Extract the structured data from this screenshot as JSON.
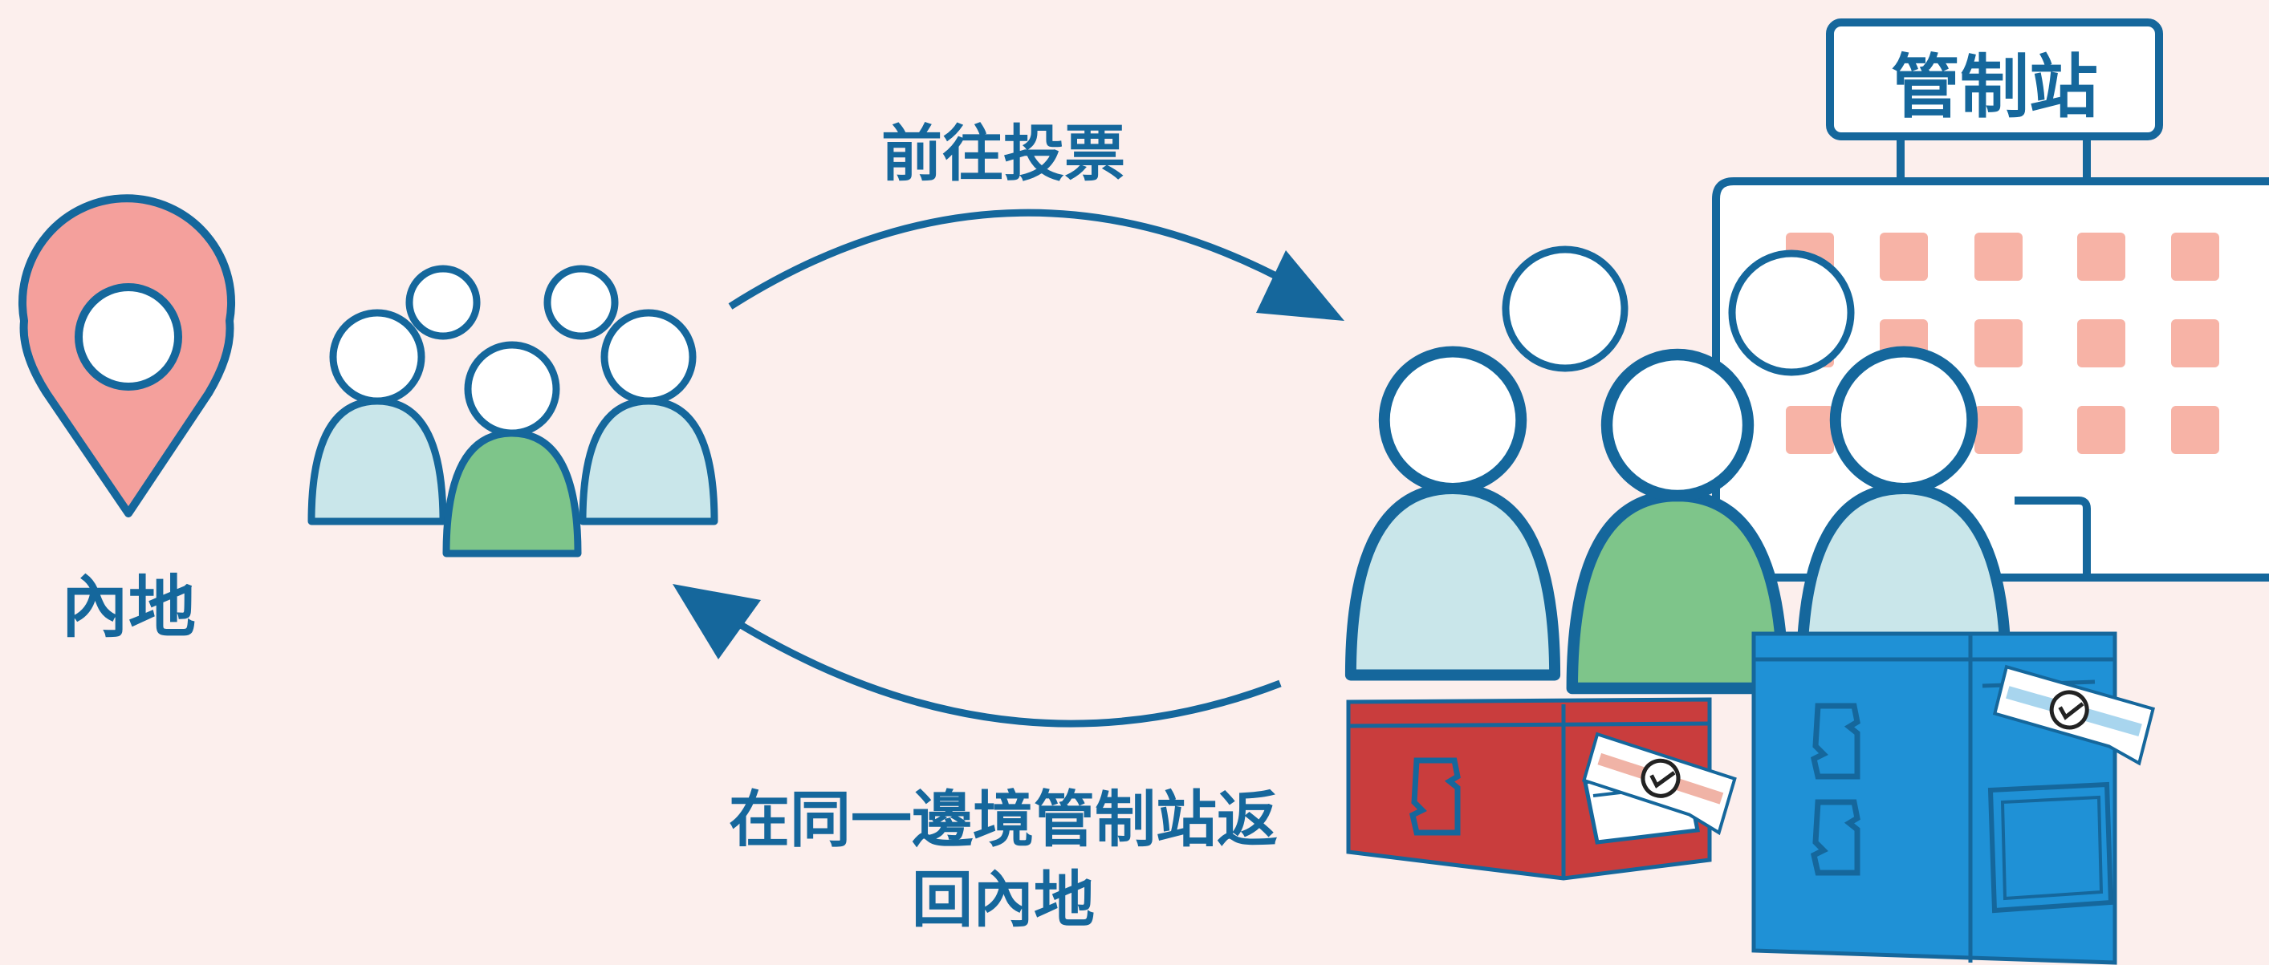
{
  "labels": {
    "origin": "內地",
    "go_vote": "前往投票",
    "return_line1": "在同一邊境管制站返",
    "return_line2": "回內地",
    "checkpoint_sign": "管制站"
  },
  "icons": {
    "origin": "location-pin-icon",
    "small_group": "people-group-icon",
    "large_group": "people-group-icon",
    "building": "checkpoint-building-icon",
    "ballot_box_red": "ballot-box-icon",
    "ballot_box_blue": "ballot-box-icon"
  },
  "colors": {
    "background": "#fcefed",
    "outline": "#15679c",
    "pin": "#f4a09c",
    "person_light": "#c9e6ea",
    "person_green": "#7ec58a",
    "window": "#f7b3a6",
    "box_red": "#c93d3d",
    "box_blue": "#1f91d6"
  }
}
